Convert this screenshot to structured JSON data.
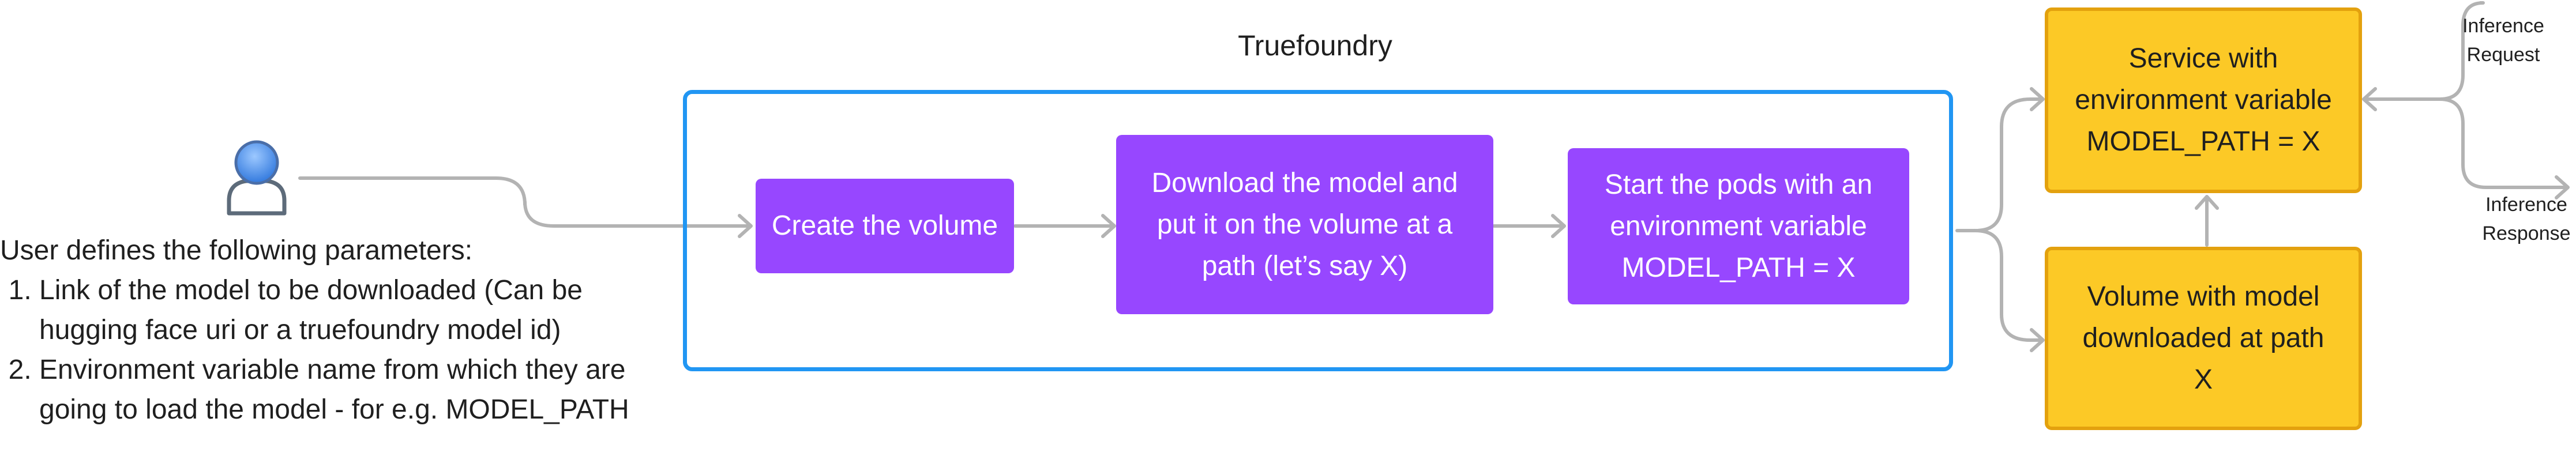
{
  "user": {
    "icon": "user-avatar-icon",
    "intro": "User defines the following parameters:",
    "params": [
      "Link of the model to be downloaded (Can be hugging face uri or a truefoundry model id)",
      "Environment variable name from which they are going to load the model - for e.g. MODEL_PATH"
    ]
  },
  "frame": {
    "title": "Truefoundry"
  },
  "steps": {
    "create": "Create the volume",
    "download": "Download the model and put it on the volume at a path (let’s say X)",
    "start": "Start the pods with an environment variable MODEL_PATH = X"
  },
  "outputs": {
    "service": "Service with environment variable MODEL_PATH = X",
    "volume": "Volume with model downloaded at path X"
  },
  "inference": {
    "request": "Inference Request",
    "response": "Inference Response"
  },
  "colors": {
    "frame_border": "#2196f3",
    "step_fill": "#9747ff",
    "output_fill": "#fcc926",
    "output_border": "#e3a10e",
    "connector": "#b3b3b3"
  }
}
